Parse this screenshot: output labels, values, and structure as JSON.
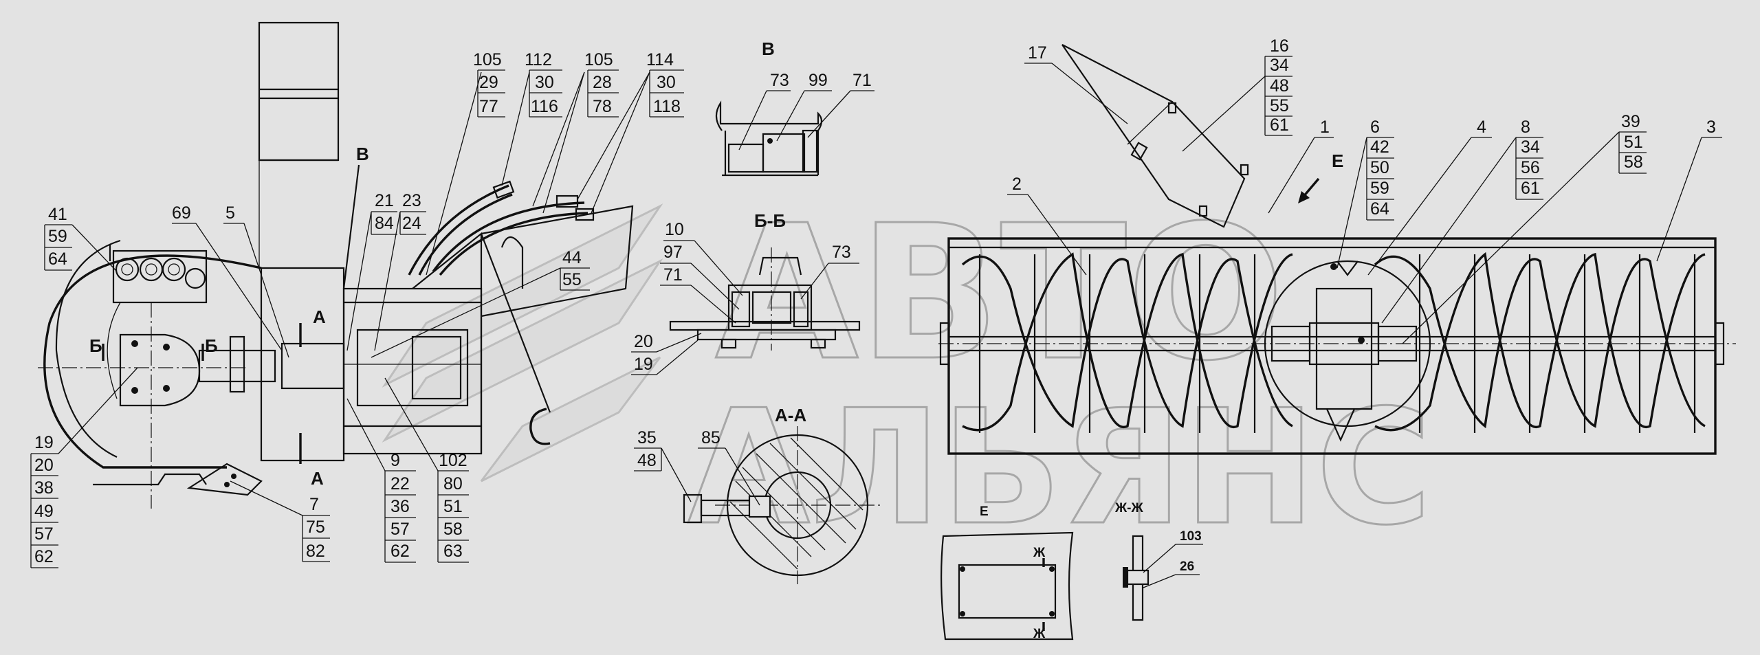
{
  "watermark": {
    "line1": "АВТО",
    "line2": "АЛЬЯНС"
  },
  "views": {
    "v": "В",
    "bb": "Б-Б",
    "aa": "А-А",
    "e": "Е",
    "zhzh": "Ж-Ж",
    "b_mark": "Б",
    "a_mark": "А",
    "zh_mark": "Ж"
  },
  "callouts": {
    "c105a": [
      "105",
      "29",
      "77"
    ],
    "c112": [
      "112",
      "30",
      "116"
    ],
    "c105b": [
      "105",
      "28",
      "78"
    ],
    "c114": [
      "114",
      "30",
      "118"
    ],
    "c41": [
      "41",
      "59",
      "64"
    ],
    "c69": "69",
    "c5": "5",
    "c21": [
      "21",
      "84"
    ],
    "c23": [
      "23",
      "24"
    ],
    "c44": [
      "44",
      "55"
    ],
    "c19left": [
      "19",
      "20",
      "38",
      "49",
      "57",
      "62"
    ],
    "c7": [
      "7",
      "75",
      "82"
    ],
    "c9": [
      "9",
      "22",
      "36",
      "57",
      "62"
    ],
    "c102": [
      "102",
      "80",
      "51",
      "58",
      "63"
    ],
    "cV": [
      "73",
      "99",
      "71"
    ],
    "cBB": [
      "10",
      "97",
      "71",
      "73",
      "20",
      "19"
    ],
    "cAA": [
      "35",
      "48",
      "85"
    ],
    "c17": "17",
    "c16": [
      "16",
      "34",
      "48",
      "55",
      "61"
    ],
    "c1": "1",
    "c6": [
      "6",
      "42",
      "50",
      "59",
      "64"
    ],
    "c4": "4",
    "c8": [
      "8",
      "34",
      "56",
      "61"
    ],
    "c39": [
      "39",
      "51",
      "58"
    ],
    "c3": "3",
    "c2": "2",
    "c103": "103",
    "c26": "26"
  }
}
